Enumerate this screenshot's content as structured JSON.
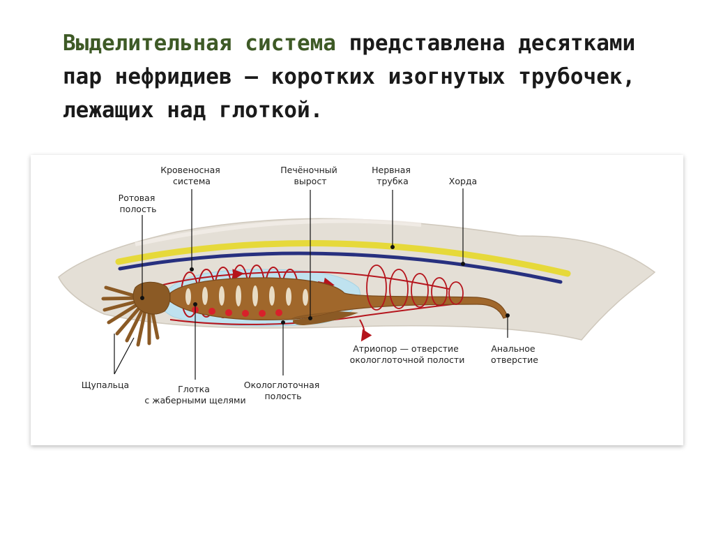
{
  "title": {
    "highlight": "Выделительная система",
    "rest": " представлена десятками пар нефридиев — коротких изогнутых трубочек, лежащих над глоткой."
  },
  "labels": {
    "circulatory": [
      "Кровеносная",
      "система"
    ],
    "oral_cavity": [
      "Ротовая",
      "полость"
    ],
    "liver_outgrowth": [
      "Печёночный",
      "вырост"
    ],
    "nerve_tube": [
      "Нервная",
      "трубка"
    ],
    "notochord": [
      "Хорда"
    ],
    "tentacles": [
      "Щупальца"
    ],
    "pharynx": [
      "Глотка",
      "с жаберными щелями"
    ],
    "peripharyngeal": [
      "Окологлоточная",
      "полость"
    ],
    "atriopore": [
      "Атриопор — отверстие",
      "окологлоточной полости"
    ],
    "anus": [
      "Анальное",
      "отверстие"
    ]
  },
  "colors": {
    "title_accent": "#3e5a26",
    "body": "#e4dfd6",
    "notochord": "#e6d93a",
    "nerve_tube": "#27307f",
    "cavity": "#bfe2ef",
    "gut": "#8b5a25",
    "blood": "#b5141c"
  }
}
